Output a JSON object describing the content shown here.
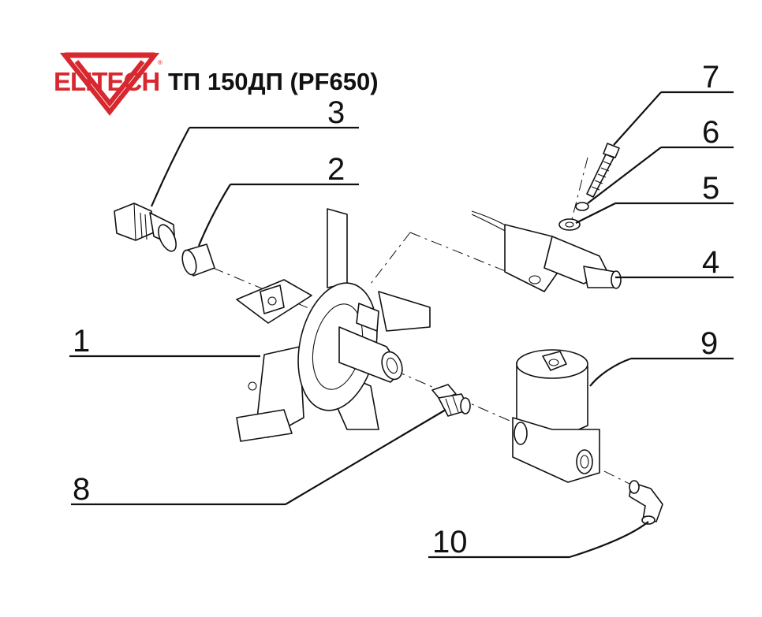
{
  "header": {
    "brand": "ELITECH",
    "registered_mark": "®",
    "model": "ТП 150ДП (PF650)"
  },
  "colors": {
    "brand_red": "#d7282f",
    "ink": "#111111",
    "background": "#ffffff"
  },
  "part_labels": [
    "1",
    "2",
    "3",
    "4",
    "5",
    "6",
    "7",
    "8",
    "9",
    "10"
  ]
}
